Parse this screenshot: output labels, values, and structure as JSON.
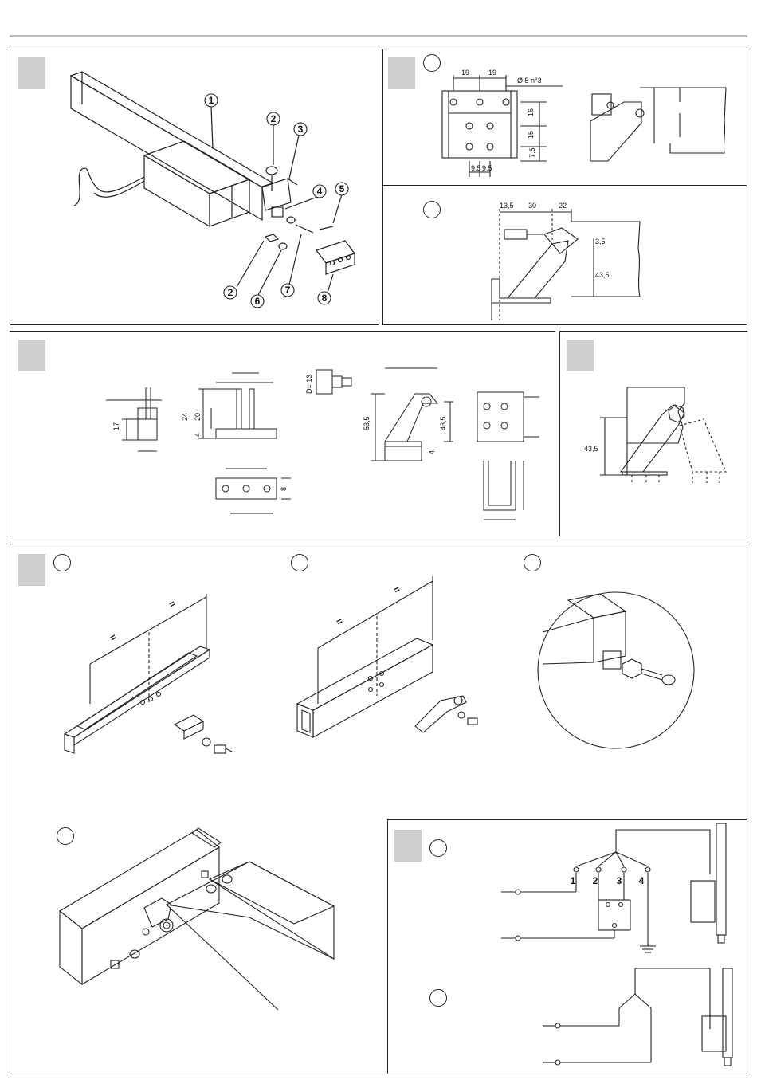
{
  "panel1": {
    "callouts": [
      "1",
      "2",
      "3",
      "4",
      "5",
      "2",
      "6",
      "7",
      "8"
    ]
  },
  "panel2": {
    "dims_top": [
      "19",
      "19",
      "Ø 5 n°3",
      "16",
      "15",
      "7,5",
      "9,5",
      "9,5"
    ],
    "dims_bottom": [
      "13,5",
      "30",
      "22",
      "3,5",
      "43,5"
    ]
  },
  "panel3": {
    "dims": [
      "17",
      "24",
      "20",
      "4",
      "8",
      "D= 13",
      "53,5",
      "43,5",
      "4"
    ]
  },
  "panel4": {
    "dim": "43,5"
  },
  "panel5": {
    "equal_marks": [
      "=",
      "=",
      "=",
      "="
    ]
  },
  "panel7": {
    "terminals": [
      "1",
      "2",
      "3",
      "4"
    ]
  }
}
